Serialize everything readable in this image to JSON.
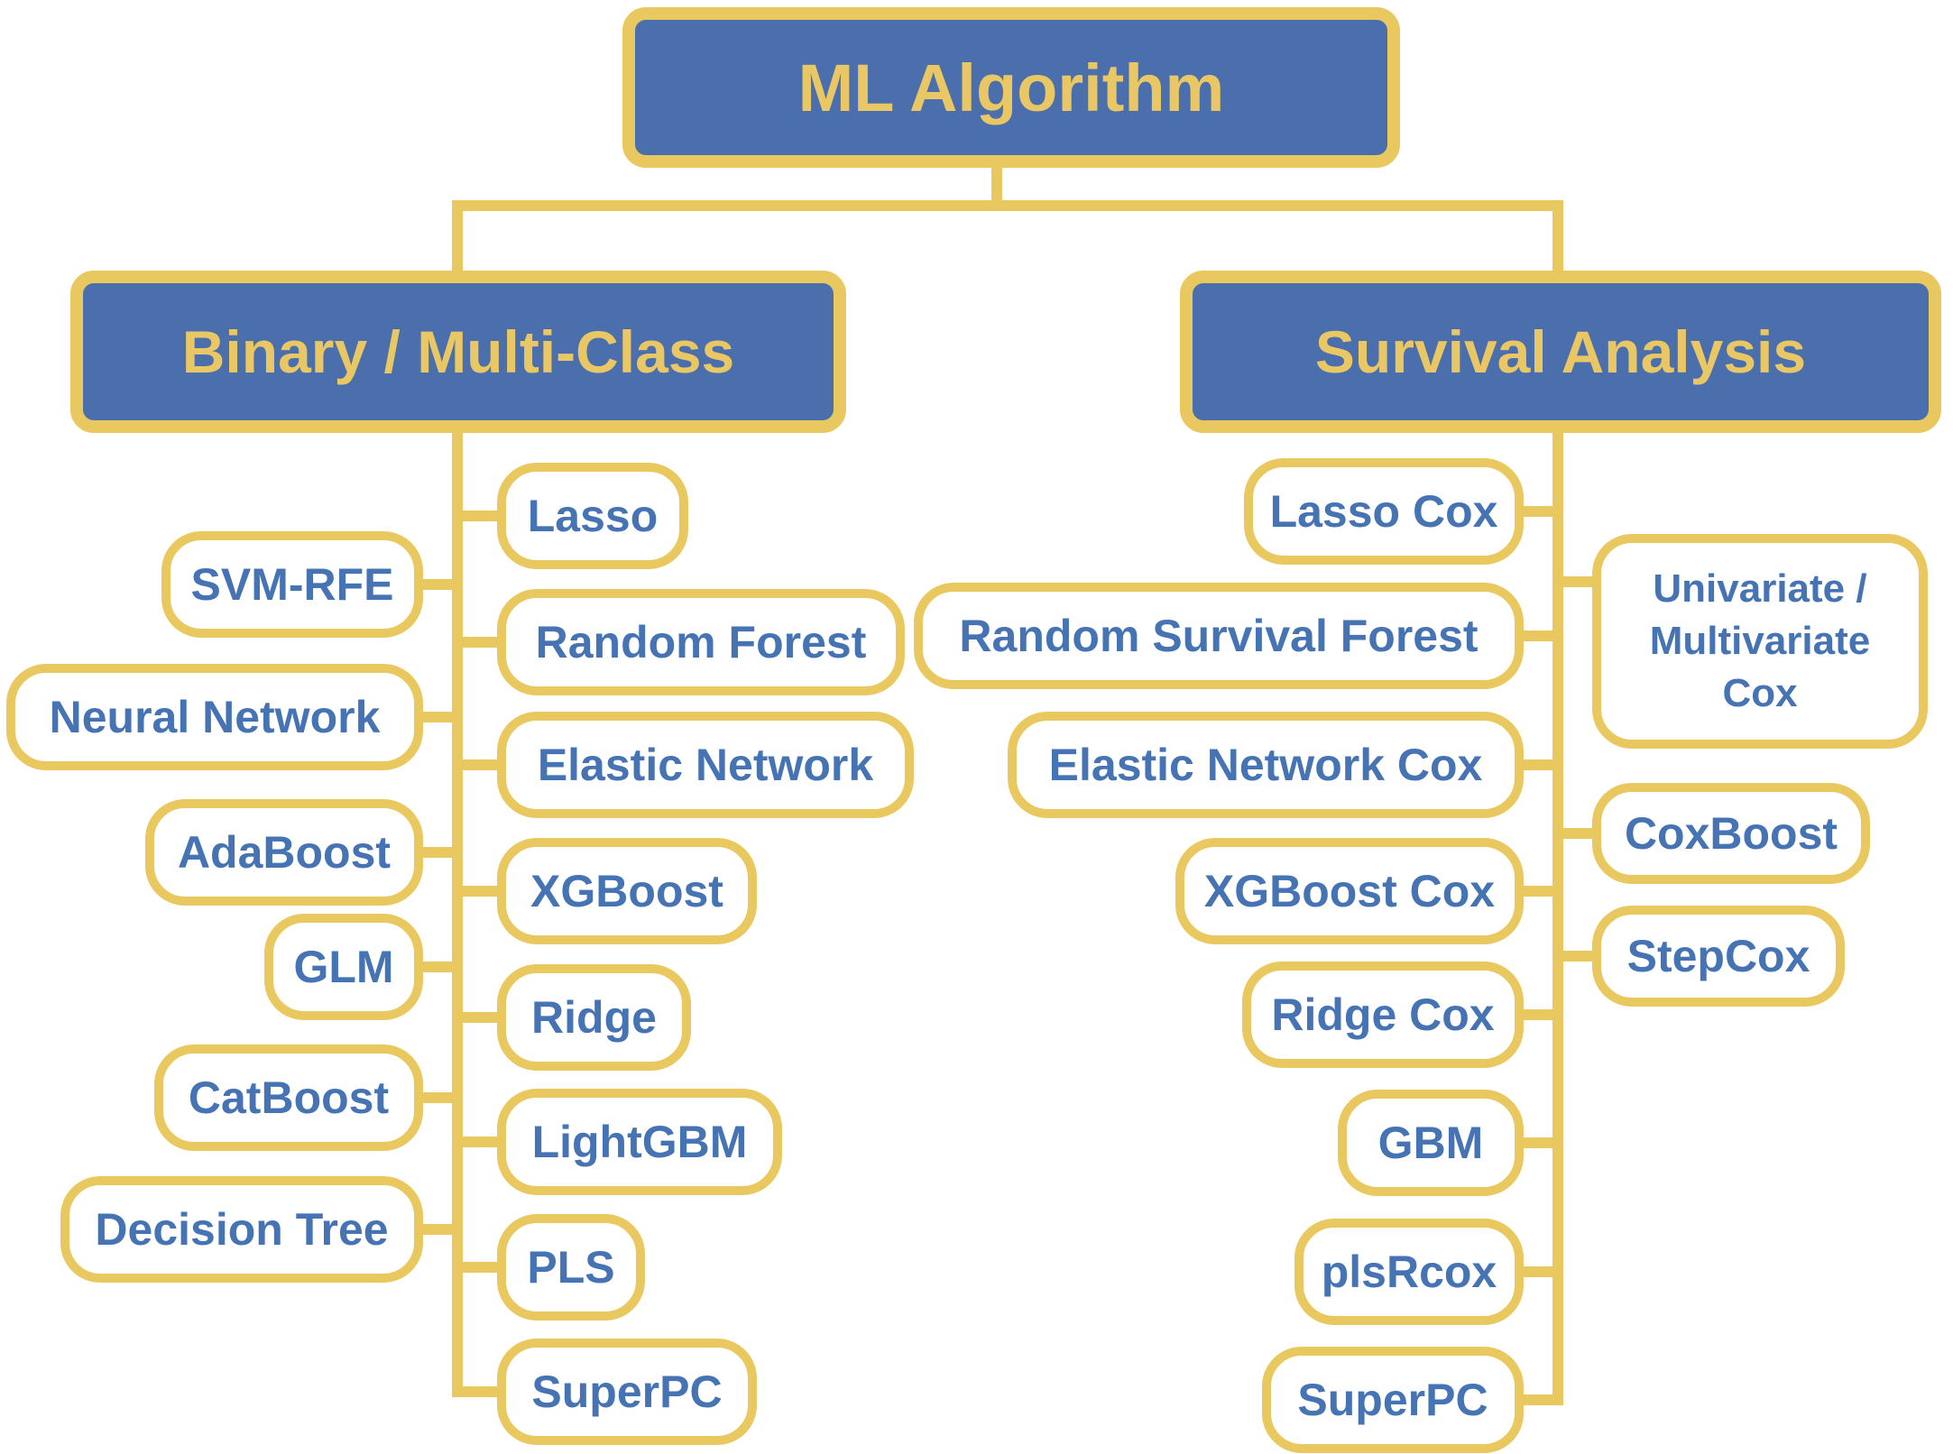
{
  "diagram_title": "ML Algorithm",
  "colors": {
    "box_fill_blue": "#4B6FAC",
    "line_yellow": "#E9C85F",
    "node_text_blue": "#4573B3",
    "header_text_yellow": "#EAC765",
    "background": "#FFFFFF"
  },
  "root": {
    "label": "ML Algorithm"
  },
  "branches": [
    {
      "label": "Binary / Multi-Class",
      "children_left": [
        "SVM-RFE",
        "Neural Network",
        "AdaBoost",
        "GLM",
        "CatBoost",
        "Decision Tree"
      ],
      "children_right": [
        "Lasso",
        "Random Forest",
        "Elastic Network",
        "XGBoost",
        "Ridge",
        "LightGBM",
        "PLS",
        "SuperPC"
      ]
    },
    {
      "label": "Survival Analysis",
      "children_left": [
        "Lasso Cox",
        "Random Survival Forest",
        "Elastic Network Cox",
        "XGBoost Cox",
        "Ridge Cox",
        "GBM",
        "plsRcox",
        "SuperPC"
      ],
      "children_right": [
        "Univariate / Multivariate Cox",
        "CoxBoost",
        "StepCox"
      ]
    }
  ]
}
